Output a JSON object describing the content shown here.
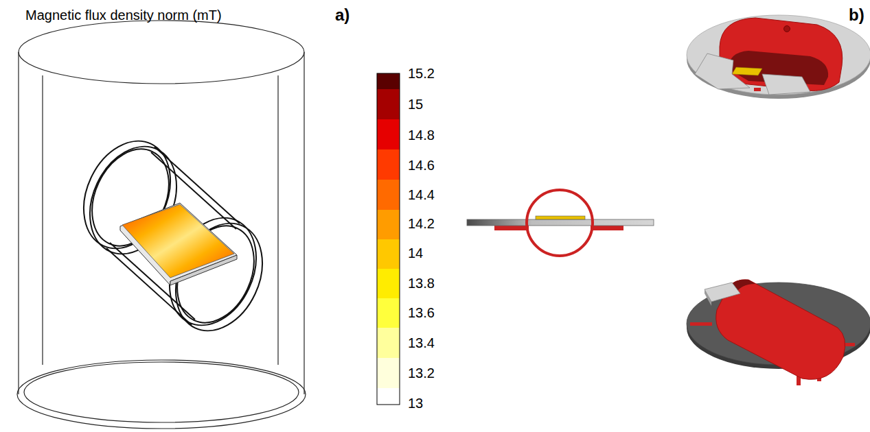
{
  "diagram": {
    "title": "Magnetic flux density norm (mT)",
    "labels": [
      "a)",
      "15.2",
      "15",
      "14.8",
      "14.6",
      "14.4",
      "14.2",
      "14",
      "13.8",
      "13.6",
      "13.4",
      "13.2",
      "13",
      "b)"
    ]
  }
}
